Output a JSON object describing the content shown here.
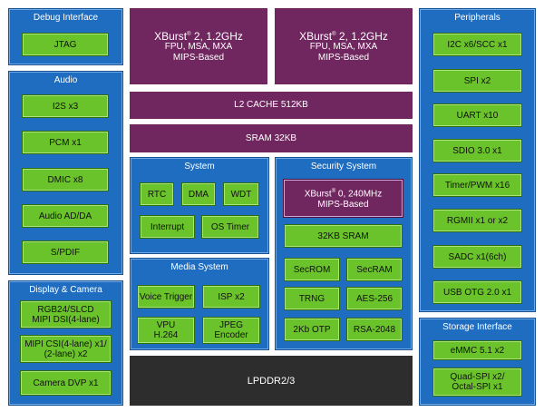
{
  "cpu": [
    {
      "core": "XBurst",
      "reg": "®",
      "freq": " 2, 1.2GHz",
      "line2": "FPU, MSA, MXA",
      "line3": "MIPS-Based"
    },
    {
      "core": "XBurst",
      "reg": "®",
      "freq": " 2, 1.2GHz",
      "line2": "FPU, MSA, MXA",
      "line3": "MIPS-Based"
    }
  ],
  "l2_cache": "L2 CACHE 512KB",
  "sram": "SRAM 32KB",
  "lpddr": "LPDDR2/3",
  "debug": {
    "title": "Debug Interface",
    "items": [
      "JTAG"
    ]
  },
  "audio": {
    "title": "Audio",
    "items": [
      "I2S x3",
      "PCM x1",
      "DMIC x8",
      "Audio AD/DA",
      "S/PDIF"
    ]
  },
  "display": {
    "title": "Display & Camera",
    "items": [
      [
        "RGB24/SLCD",
        "MIPI DSI(4-lane)"
      ],
      [
        "MIPI CSI(4-lane) x1/",
        "(2-lane) x2"
      ],
      [
        "Camera DVP x1"
      ]
    ]
  },
  "system": {
    "title": "System",
    "items": [
      "RTC",
      "DMA",
      "WDT",
      "Interrupt",
      "OS Timer"
    ]
  },
  "media": {
    "title": "Media System",
    "items": [
      [
        "Voice Trigger"
      ],
      [
        "ISP x2"
      ],
      [
        "VPU",
        "H.264"
      ],
      [
        "JPEG",
        "Encoder"
      ]
    ]
  },
  "security": {
    "title": "Security System",
    "core": {
      "name": "XBurst",
      "reg": "®",
      "freq": " 0, 240MHz",
      "line2": "MIPS-Based"
    },
    "sram": "32KB SRAM",
    "items": [
      "SecROM",
      "SecRAM",
      "TRNG",
      "AES-256",
      "2Kb OTP",
      "RSA-2048"
    ]
  },
  "peripherals": {
    "title": "Peripherals",
    "items": [
      "I2C x6/SCC x1",
      "SPI x2",
      "UART x10",
      "SDIO 3.0 x1",
      "Timer/PWM x16",
      "RGMII x1 or x2",
      "SADC x1(6ch)",
      "USB OTG 2.0 x1"
    ]
  },
  "storage": {
    "title": "Storage Interface",
    "items": [
      [
        "eMMC 5.1 x2"
      ],
      [
        "Quad-SPI x2/",
        "Octal-SPI x1"
      ]
    ]
  },
  "colors": {
    "panel": "#1f6dc0",
    "green": "#6ac32a",
    "purple": "#70265f",
    "dark": "#2d2d2d"
  }
}
